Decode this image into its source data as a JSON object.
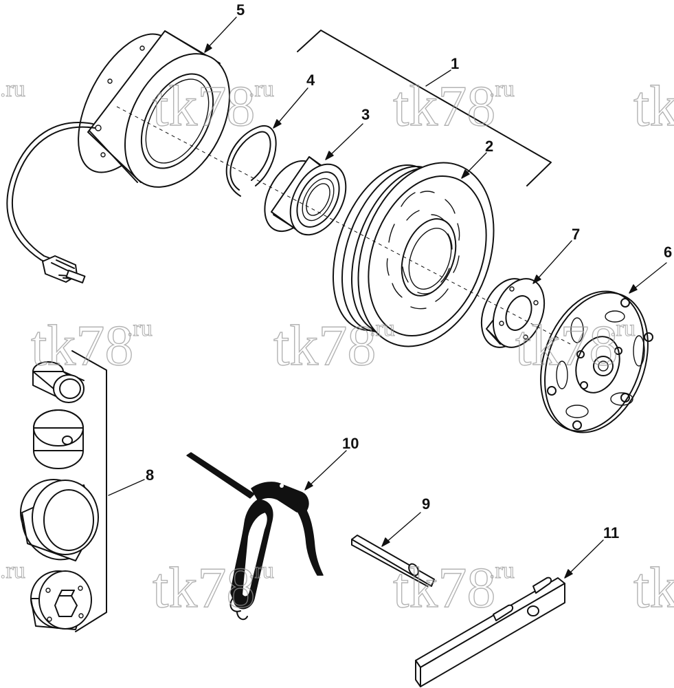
{
  "diagram": {
    "callouts": [
      {
        "id": "1",
        "label": "1"
      },
      {
        "id": "2",
        "label": "2"
      },
      {
        "id": "3",
        "label": "3"
      },
      {
        "id": "4",
        "label": "4"
      },
      {
        "id": "5",
        "label": "5"
      },
      {
        "id": "6",
        "label": "6"
      },
      {
        "id": "7",
        "label": "7"
      },
      {
        "id": "8",
        "label": "8"
      },
      {
        "id": "9",
        "label": "9"
      },
      {
        "id": "10",
        "label": "10"
      },
      {
        "id": "11",
        "label": "11"
      }
    ]
  },
  "watermark": {
    "main": "tk78",
    "suffix": ".ru"
  }
}
